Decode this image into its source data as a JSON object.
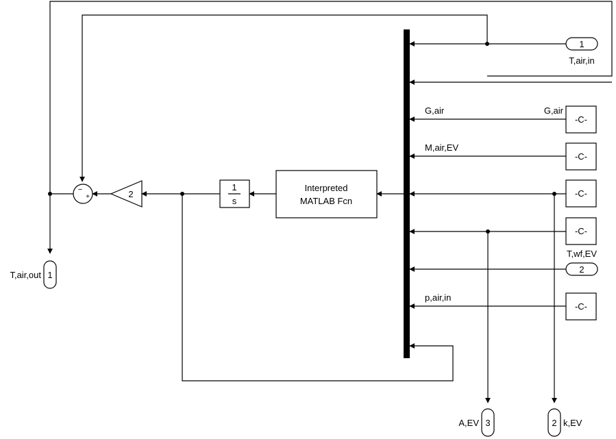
{
  "blocks": {
    "matlab_fcn": {
      "line1": "Interpreted",
      "line2": "MATLAB Fcn"
    },
    "integrator": {
      "num": "1",
      "den": "s"
    },
    "gain": {
      "value": "2"
    },
    "sum": {
      "sign_minus": "−",
      "sign_plus": "+"
    },
    "constants": [
      "-C-",
      "-C-",
      "-C-",
      "-C-",
      "-C-"
    ]
  },
  "ports": {
    "in1": {
      "number": "1",
      "label": "T,air,in"
    },
    "in2": {
      "number": "2",
      "label": "T,wf,EV"
    },
    "out1": {
      "number": "1",
      "label": "T,air,out"
    },
    "out2": {
      "number": "2",
      "label": "k,EV"
    },
    "out3": {
      "number": "3",
      "label": "A,EV"
    }
  },
  "signals": {
    "g_air_left": "G,air",
    "g_air_right": "G,air",
    "m_air_ev": "M,air,EV",
    "p_air_in": "p,air,in"
  }
}
